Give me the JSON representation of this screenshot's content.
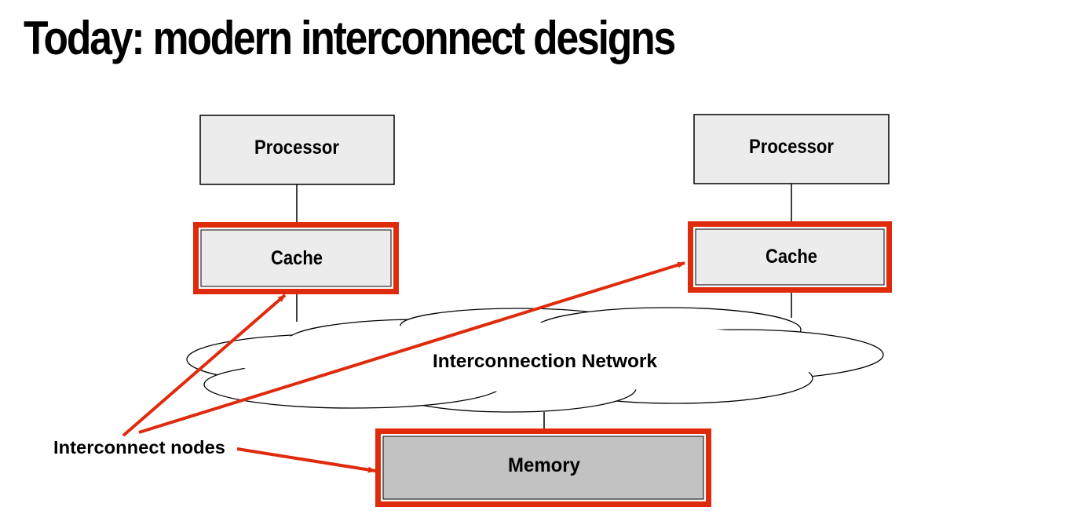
{
  "slide": {
    "title": "Today: modern interconnect designs"
  },
  "diagram": {
    "processor_left_label": "Processor",
    "processor_right_label": "Processor",
    "cache_left_label": "Cache",
    "cache_right_label": "Cache",
    "network_label": "Interconnection Network",
    "memory_label": "Memory",
    "annotation_label": "Interconnect nodes"
  },
  "colors": {
    "highlight": "#e02a0c",
    "box_fill": "#ececec",
    "memory_fill": "#c2c2c2"
  }
}
